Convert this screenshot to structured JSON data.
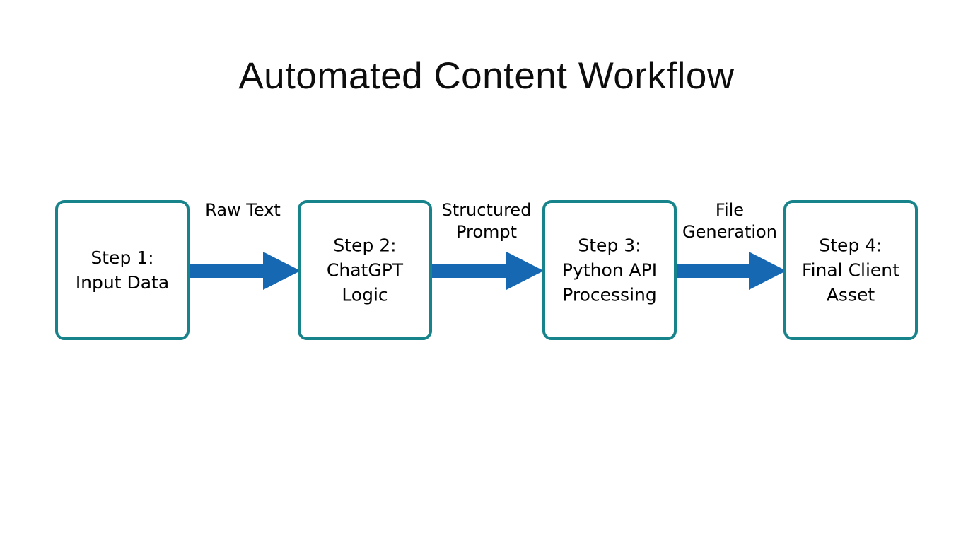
{
  "title": "Automated Content Workflow",
  "colors": {
    "background": "#ffffff",
    "box_border": "#17838a",
    "box_fill": "#ffffff",
    "arrow": "#1668b3",
    "text": "#000000"
  },
  "diagram": {
    "type": "horizontal-flowchart",
    "steps": [
      {
        "id": "step-1",
        "label": "Step 1:\nInput Data"
      },
      {
        "id": "step-2",
        "label": "Step 2:\nChatGPT\nLogic"
      },
      {
        "id": "step-3",
        "label": "Step 3:\nPython API\nProcessing"
      },
      {
        "id": "step-4",
        "label": "Step 4:\nFinal Client\nAsset"
      }
    ],
    "connectors": [
      {
        "id": "conn-1",
        "label": "Raw Text",
        "from": "step-1",
        "to": "step-2"
      },
      {
        "id": "conn-2",
        "label": "Structured\nPrompt",
        "from": "step-2",
        "to": "step-3"
      },
      {
        "id": "conn-3",
        "label": "File\nGeneration",
        "from": "step-3",
        "to": "step-4"
      }
    ]
  }
}
